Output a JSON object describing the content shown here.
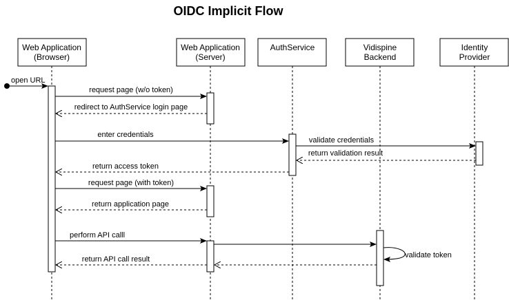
{
  "title": "OIDC Implicit Flow",
  "participants": [
    {
      "line1": "Web Application",
      "line2": "(Browser)"
    },
    {
      "line1": "Web Application",
      "line2": "(Server)"
    },
    {
      "line1": "AuthService",
      "line2": ""
    },
    {
      "line1": "Vidispine",
      "line2": "Backend"
    },
    {
      "line1": "Identity",
      "line2": "Provider"
    }
  ],
  "messages": {
    "open_url": "open URL",
    "request_no_token": "request page (w/o token)",
    "redirect_login": "redirect to AuthService login page",
    "enter_credentials": "enter credentials",
    "validate_credentials": "validate credentials",
    "return_validation": "return validation result",
    "return_access_token": "return access token",
    "request_with_token": "request page (with token)",
    "return_app_page": "return application page",
    "perform_api_call": "perform API calll",
    "validate_token": "validate token",
    "return_api_result": "return API call result"
  }
}
